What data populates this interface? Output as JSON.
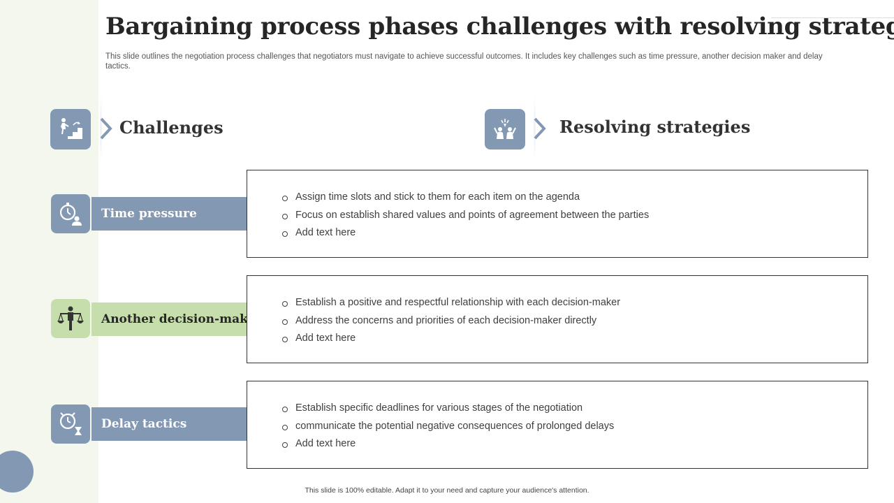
{
  "title": "Bargaining process phases challenges with resolving strategies",
  "subtitle": "This slide outlines the negotiation process challenges that negotiators must navigate to achieve successful outcomes. It includes key challenges such as time pressure, another decision maker and delay tactics.",
  "headers": {
    "challenges": {
      "label": "Challenges",
      "icon": "stairs-climb-icon"
    },
    "strategies": {
      "label": "Resolving strategies",
      "icon": "team-brainstorm-icon"
    }
  },
  "rows": [
    {
      "label": "Time pressure",
      "icon": "stopwatch-person-icon",
      "bullets": [
        "Assign time slots and stick to them for each item on the agenda",
        "Focus on establish shared values and points of agreement between the parties",
        "Add text here"
      ]
    },
    {
      "label": "Another decision-maker",
      "icon": "person-balance-icon",
      "bullets": [
        "Establish a positive and respectful relationship with each decision-maker",
        "Address the concerns and priorities of each decision-maker directly",
        "Add text here"
      ]
    },
    {
      "label": "Delay tactics",
      "icon": "clock-hourglass-icon",
      "bullets": [
        "Establish specific deadlines for various stages of the negotiation",
        "communicate the potential negative consequences of prolonged delays",
        "Add text here"
      ]
    }
  ],
  "footer": "This slide is 100% editable. Adapt it to your need and capture your audience's attention.",
  "colors": {
    "accent_blue": "#8399b3",
    "accent_green": "#c5deab",
    "strip": "#f3f7ee"
  }
}
